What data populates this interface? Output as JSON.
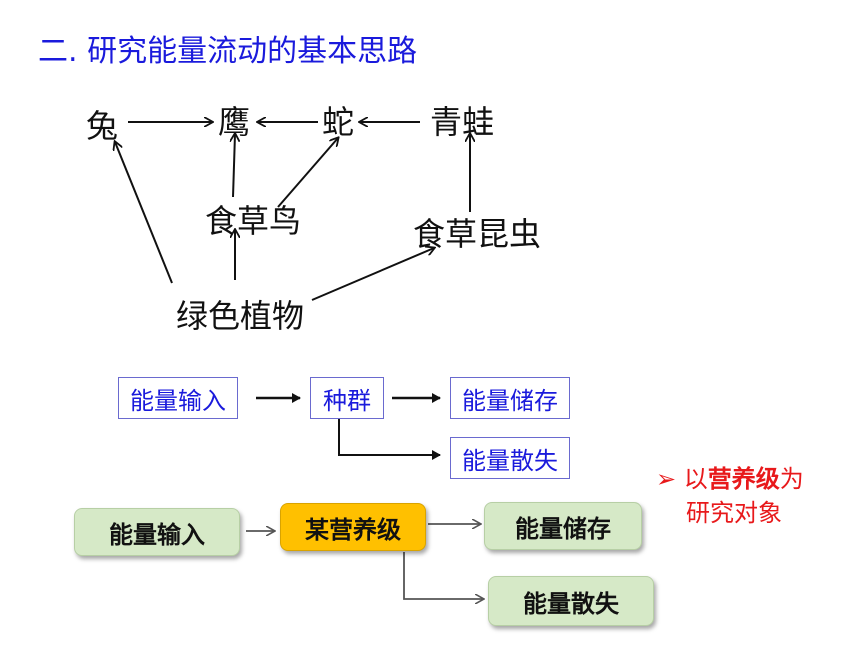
{
  "title": "二. 研究能量流动的基本思路",
  "food_web": {
    "nodes": {
      "rabbit": "兔",
      "eagle": "鹰",
      "snake": "蛇",
      "frog": "青蛙",
      "bird": "食草鸟",
      "insect": "食草昆虫",
      "plant": "绿色植物"
    }
  },
  "population_flow": {
    "input": "能量输入",
    "population": "种群",
    "storage": "能量储存",
    "loss": "能量散失"
  },
  "trophic_flow": {
    "input": "能量输入",
    "level": "某营养级",
    "storage": "能量储存",
    "loss": "能量散失"
  },
  "note": {
    "bullet": "➢",
    "prefix": "以",
    "highlight": "营养级",
    "suffix_line1": "为",
    "line2": "研究对象"
  },
  "colors": {
    "title": "#1a1adc",
    "note": "#e8191b",
    "green_box": "#d6e9c7",
    "yellow_box": "#ffc000"
  }
}
